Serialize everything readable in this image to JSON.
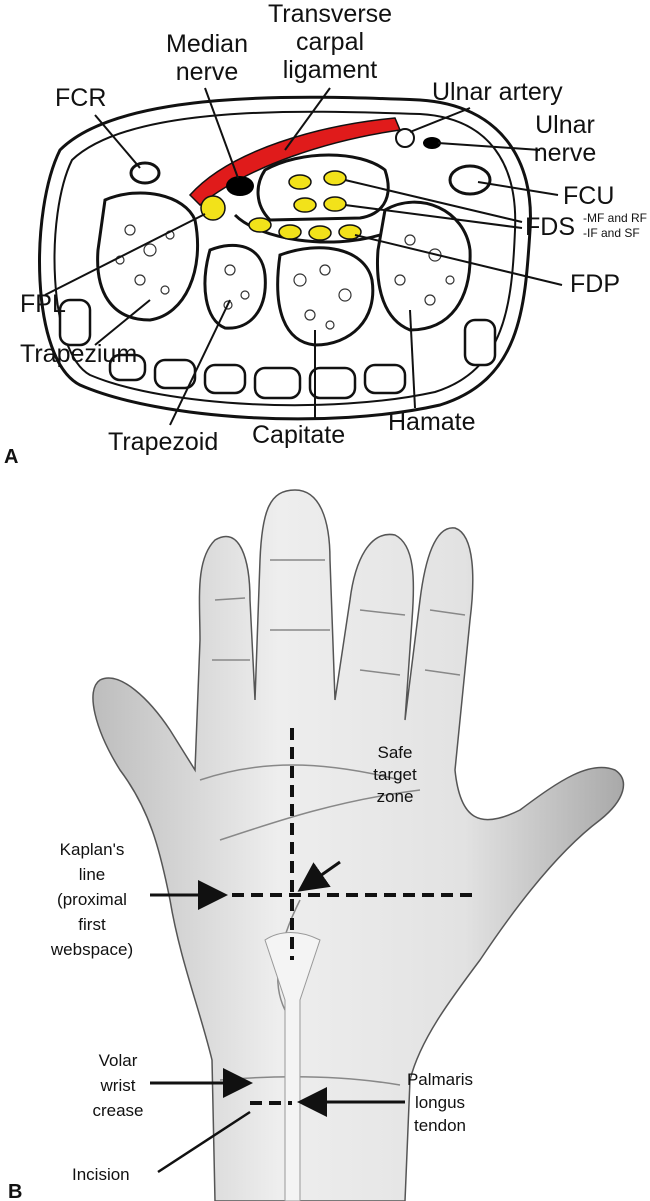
{
  "panel_a": {
    "letter": "A",
    "labels": {
      "median_nerve": [
        "Median",
        "nerve"
      ],
      "transverse_carpal_ligament": [
        "Transverse",
        "carpal",
        "ligament"
      ],
      "fcr": "FCR",
      "ulnar_artery": "Ulnar artery",
      "ulnar_nerve": [
        "Ulnar",
        "nerve"
      ],
      "fcu": "FCU",
      "fds": "FDS",
      "fds_sub": [
        "-MF and RF",
        "-IF and SF"
      ],
      "fdp": "FDP",
      "fpl": "FPL",
      "trapezium": "Trapezium",
      "trapezoid": "Trapezoid",
      "capitate": "Capitate",
      "hamate": "Hamate"
    },
    "colors": {
      "ligament": "#e01b1b",
      "tendon": "#f2e21a",
      "nerve": "#000000"
    }
  },
  "panel_b": {
    "letter": "B",
    "labels": {
      "safe_target_zone": [
        "Safe",
        "target",
        "zone"
      ],
      "kaplans_line": [
        "Kaplan's",
        "line",
        "(proximal",
        "first",
        "webspace)"
      ],
      "volar_wrist_crease": [
        "Volar",
        "wrist",
        "crease"
      ],
      "incision": "Incision",
      "palmaris_longus_tendon": [
        "Palmaris",
        "longus",
        "tendon"
      ]
    }
  }
}
